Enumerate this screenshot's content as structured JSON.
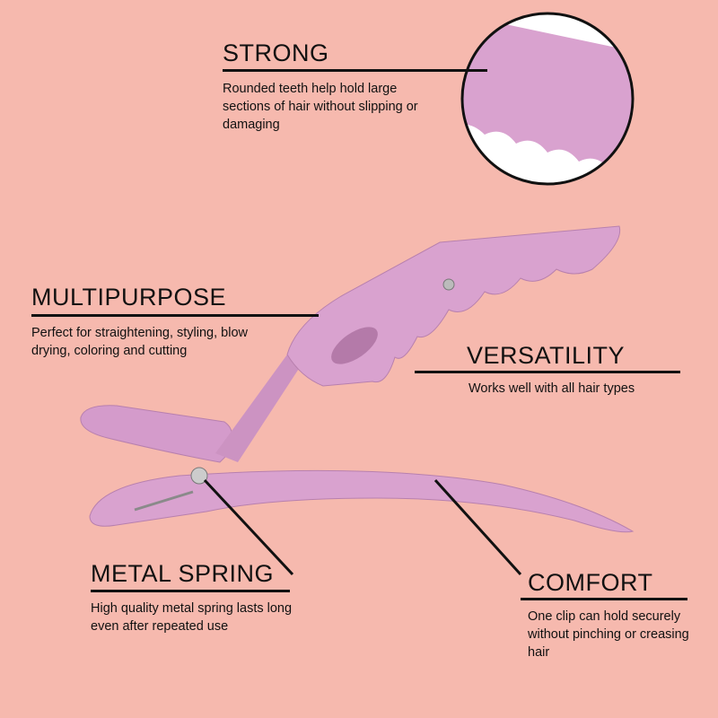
{
  "features": [
    {
      "title": "STRONG",
      "description": "Rounded teeth help hold large sections of hair without slipping or damaging"
    },
    {
      "title": "MULTIPURPOSE",
      "description": "Perfect for straightening, styling, blow drying, coloring and cutting"
    },
    {
      "title": "VERSATILITY",
      "description": "Works well with all hair types"
    },
    {
      "title": "METAL SPRING",
      "description": "High quality metal spring lasts long even after repeated use"
    },
    {
      "title": "COMFORT",
      "description": "One clip can hold securely without pinching or creasing hair"
    }
  ],
  "colors": {
    "background": "#f6b9ae",
    "clip": "#d9a2cf",
    "clip_shadow": "#c48bbb"
  }
}
